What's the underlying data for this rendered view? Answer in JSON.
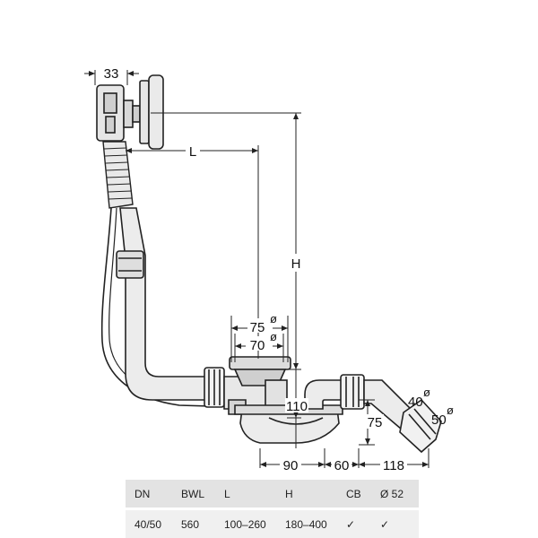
{
  "dimensions": {
    "width_33": "33",
    "length_L": "L",
    "height_H": "H",
    "dia_75": "75",
    "dia_70": "70",
    "dim_110": "110",
    "dim_75": "75",
    "angle_40": "40",
    "angle_50": "50",
    "dim_90": "90",
    "dim_60": "60",
    "dim_118": "118",
    "diameter_symbol": "ø"
  },
  "table": {
    "headers": [
      "DN",
      "BWL",
      "L",
      "H",
      "CB",
      "Ø 52"
    ],
    "rows": [
      [
        "40/50",
        "560",
        "100–260",
        "180–400",
        "✓",
        "✓"
      ]
    ]
  }
}
